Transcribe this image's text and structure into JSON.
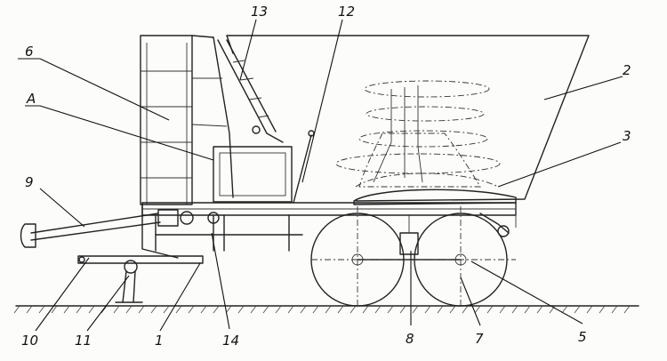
{
  "callouts": [
    {
      "id": "c13",
      "label": "13"
    },
    {
      "id": "c12",
      "label": "12"
    },
    {
      "id": "c6",
      "label": "6"
    },
    {
      "id": "c2",
      "label": "2"
    },
    {
      "id": "cA",
      "label": "A"
    },
    {
      "id": "c3",
      "label": "3"
    },
    {
      "id": "c9",
      "label": "9"
    },
    {
      "id": "c10",
      "label": "10"
    },
    {
      "id": "c11",
      "label": "11"
    },
    {
      "id": "c1",
      "label": "1"
    },
    {
      "id": "c14",
      "label": "14"
    },
    {
      "id": "c8",
      "label": "8"
    },
    {
      "id": "c7",
      "label": "7"
    },
    {
      "id": "c5",
      "label": "5"
    }
  ]
}
